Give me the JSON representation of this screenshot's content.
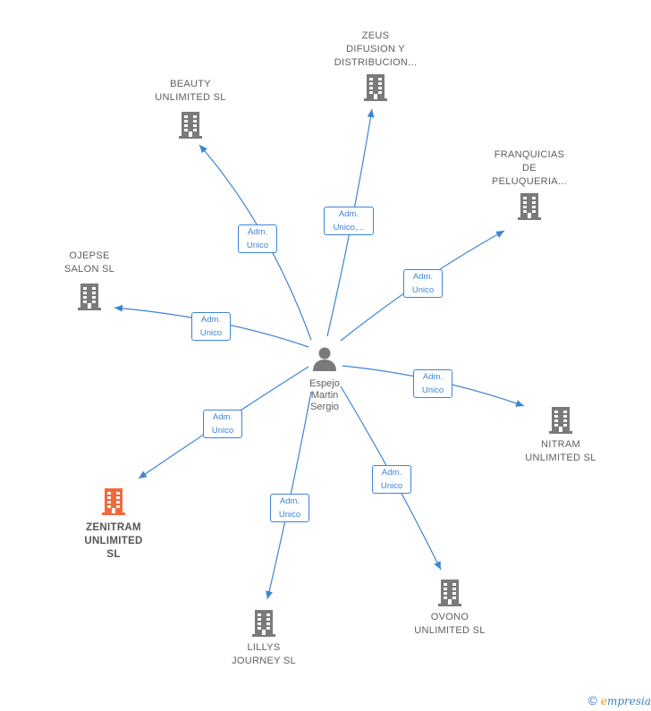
{
  "center": {
    "name": "Espejo\nMartin\nSergio"
  },
  "companies": [
    {
      "id": "zeus",
      "name": "ZEUS\nDIFUSION Y\nDISTRIBUCION...",
      "role": "Adm.\nUnico,...",
      "highlight": false
    },
    {
      "id": "beauty",
      "name": "BEAUTY\nUNLIMITED  SL",
      "role": "Adm.\nUnico",
      "highlight": false
    },
    {
      "id": "franquicias",
      "name": "FRANQUICIAS\nDE\nPELUQUERIA...",
      "role": "Adm.\nUnico",
      "highlight": false
    },
    {
      "id": "ojepse",
      "name": "OJEPSE\nSALON  SL",
      "role": "Adm.\nUnico",
      "highlight": false
    },
    {
      "id": "nitram",
      "name": "NITRAM\nUNLIMITED  SL",
      "role": "Adm.\nUnico",
      "highlight": false
    },
    {
      "id": "zenitram",
      "name": "ZENITRAM\nUNLIMITED\nSL",
      "role": "Adm.\nUnico",
      "highlight": true
    },
    {
      "id": "ovono",
      "name": "OVONO\nUNLIMITED  SL",
      "role": "Adm.\nUnico",
      "highlight": false
    },
    {
      "id": "lillys",
      "name": "LILLYS\nJOURNEY  SL",
      "role": "Adm.\nUnico",
      "highlight": false
    }
  ],
  "colors": {
    "edge": "#3d85d4",
    "building": "#7a7a7a",
    "building_highlight": "#f26a3c",
    "person": "#7a7a7a"
  },
  "footer": {
    "copyright": "©",
    "brand_initial": "e",
    "brand_rest": "mpresia"
  }
}
